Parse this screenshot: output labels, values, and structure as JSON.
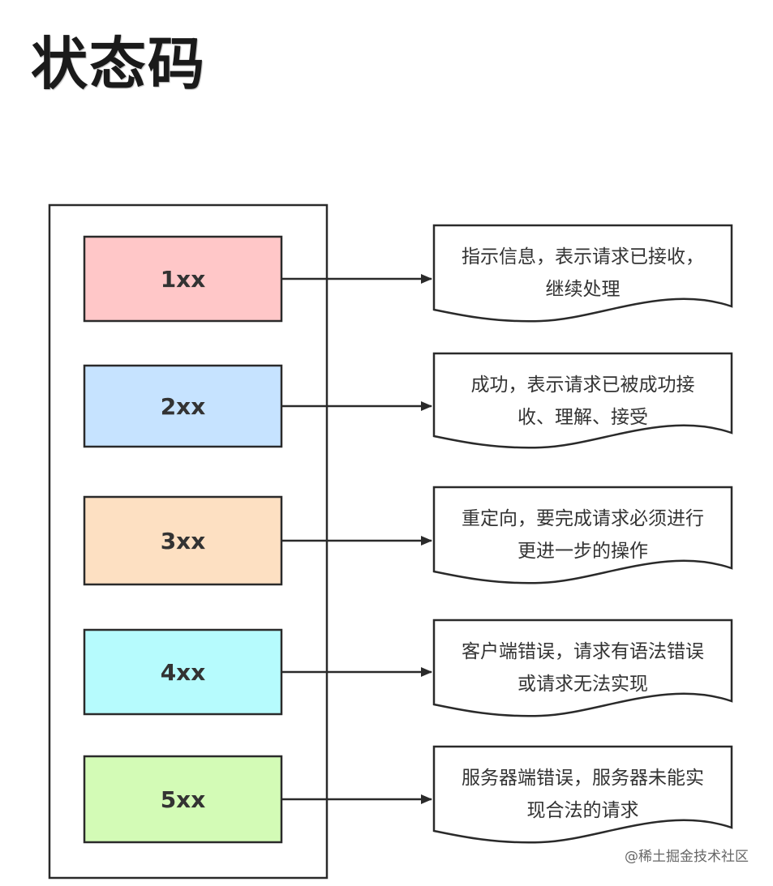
{
  "title": "状态码",
  "items": [
    {
      "code": "1xx",
      "color": "#ffc7c8",
      "desc_line1": "指示信息，表示请求已接收，",
      "desc_line2": "继续处理"
    },
    {
      "code": "2xx",
      "color": "#c6e3ff",
      "desc_line1": "成功，表示请求已被成功接",
      "desc_line2": "收、理解、接受"
    },
    {
      "code": "3xx",
      "color": "#fde0c2",
      "desc_line1": "重定向，要完成请求必须进行",
      "desc_line2": "更进一步的操作"
    },
    {
      "code": "4xx",
      "color": "#b6fbfd",
      "desc_line1": "客户端错误，请求有语法错误",
      "desc_line2": "或请求无法实现"
    },
    {
      "code": "5xx",
      "color": "#d3fbb6",
      "desc_line1": "服务器端错误，服务器未能实",
      "desc_line2": "现合法的请求"
    }
  ],
  "watermark": "@稀土掘金技术社区"
}
